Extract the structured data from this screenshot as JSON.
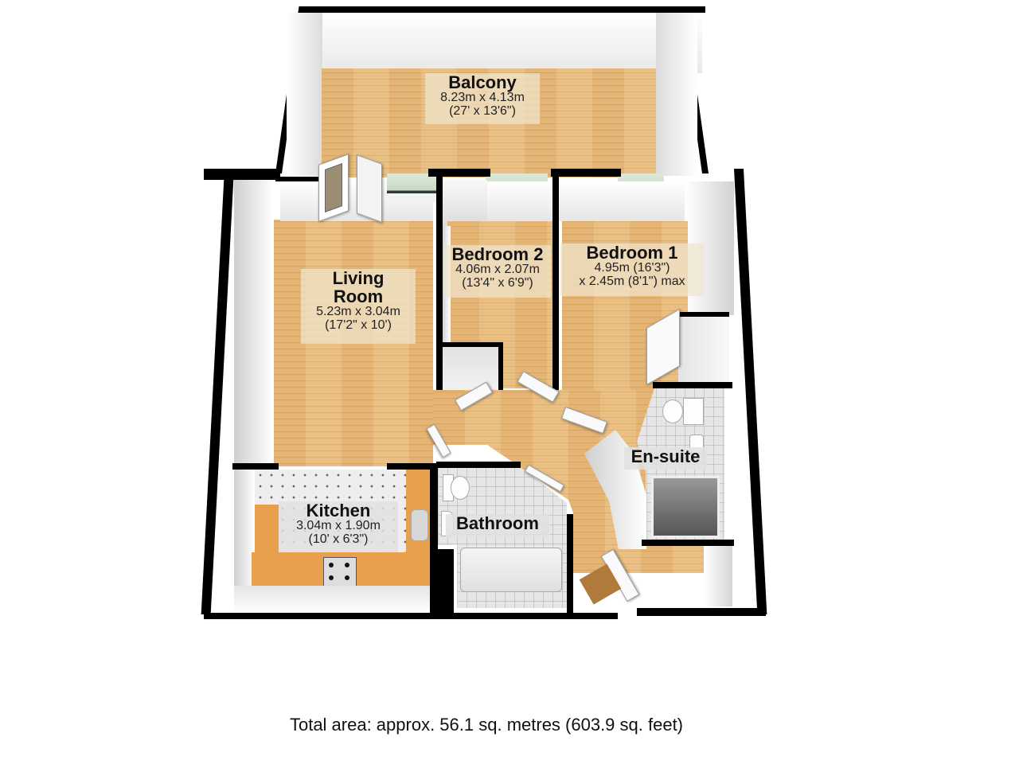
{
  "header_partial_text": "",
  "rooms": {
    "balcony": {
      "name": "Balcony",
      "dim_metric": "8.23m x 4.13m",
      "dim_imperial": "(27' x 13'6\")"
    },
    "living_room": {
      "name_line1": "Living",
      "name_line2": "Room",
      "dim_metric": "5.23m x 3.04m",
      "dim_imperial": "(17'2\" x 10')"
    },
    "bedroom2": {
      "name": "Bedroom 2",
      "dim_metric": "4.06m x 2.07m",
      "dim_imperial": "(13'4\" x 6'9\")"
    },
    "bedroom1": {
      "name": "Bedroom 1",
      "dim_metric": "4.95m (16'3\")",
      "dim_imperial": "x 2.45m (8'1\") max"
    },
    "kitchen": {
      "name": "Kitchen",
      "dim_metric": "3.04m x 1.90m",
      "dim_imperial": "(10' x 6'3\")"
    },
    "bathroom": {
      "name": "Bathroom"
    },
    "ensuite": {
      "name": "En-suite"
    }
  },
  "footer": {
    "total_area": "Total area: approx. 56.1 sq. metres (603.9 sq. feet)"
  },
  "colors": {
    "wall": "#000000",
    "floor_wood": "#e2b06c",
    "counter": "#e9a04e",
    "tile": "#e6e6e6"
  }
}
